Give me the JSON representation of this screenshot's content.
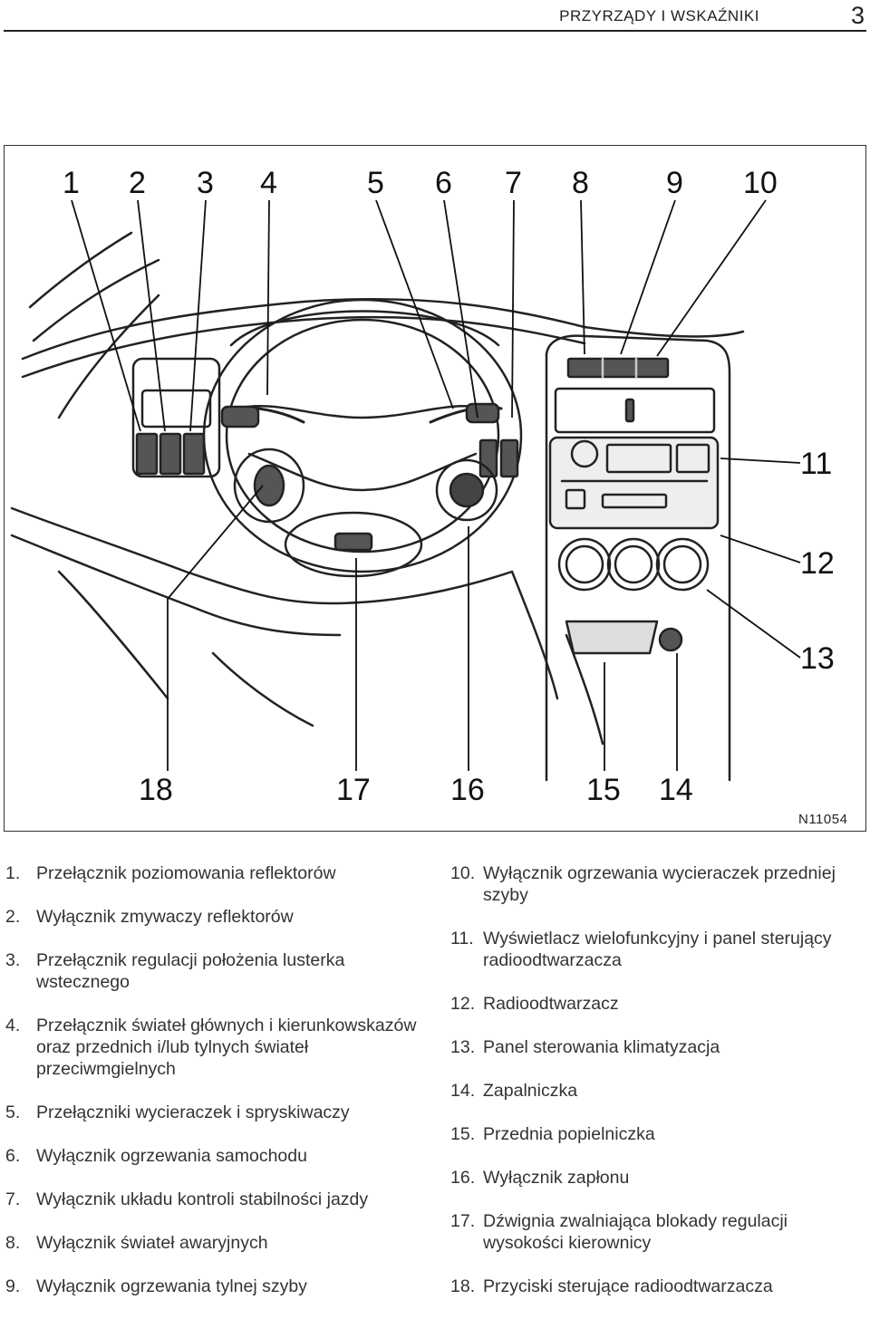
{
  "header": {
    "title": "PRZYRZĄDY I WSKAŹNIKI",
    "page_number": "3"
  },
  "figure": {
    "code": "N11054",
    "callouts": [
      "1",
      "2",
      "3",
      "4",
      "5",
      "6",
      "7",
      "8",
      "9",
      "10",
      "11",
      "12",
      "13",
      "14",
      "15",
      "16",
      "17",
      "18"
    ]
  },
  "legend_left": [
    {
      "num": "1.",
      "text": "Przełącznik poziomowania reflektorów"
    },
    {
      "num": "2.",
      "text": "Wyłącznik zmywaczy reflektorów"
    },
    {
      "num": "3.",
      "text": "Przełącznik regulacji położenia lusterka wstecznego"
    },
    {
      "num": "4.",
      "text": "Przełącznik świateł głównych i kierunkowskazów oraz przednich i/lub tylnych świateł przeciwmgielnych"
    },
    {
      "num": "5.",
      "text": "Przełączniki wycieraczek i spryskiwaczy"
    },
    {
      "num": "6.",
      "text": "Wyłącznik ogrzewania samochodu"
    },
    {
      "num": "7.",
      "text": "Wyłącznik układu kontroli stabilności jazdy"
    },
    {
      "num": "8.",
      "text": "Wyłącznik świateł awaryjnych"
    },
    {
      "num": "9.",
      "text": "Wyłącznik ogrzewania tylnej szyby"
    }
  ],
  "legend_right": [
    {
      "num": "10.",
      "text": "Wyłącznik ogrzewania wycieraczek przedniej szyby"
    },
    {
      "num": "11.",
      "text": "Wyświetlacz wielofunkcyjny i panel sterujący radioodtwarzacza"
    },
    {
      "num": "12.",
      "text": "Radioodtwarzacz"
    },
    {
      "num": "13.",
      "text": "Panel sterowania klimatyzacja"
    },
    {
      "num": "14.",
      "text": "Zapalniczka"
    },
    {
      "num": "15.",
      "text": "Przednia popielniczka"
    },
    {
      "num": "16.",
      "text": "Wyłącznik zapłonu"
    },
    {
      "num": "17.",
      "text": "Dźwignia zwalniająca blokady regulacji wysokości kierownicy"
    },
    {
      "num": "18.",
      "text": "Przyciski sterujące radioodtwarzacza"
    }
  ]
}
